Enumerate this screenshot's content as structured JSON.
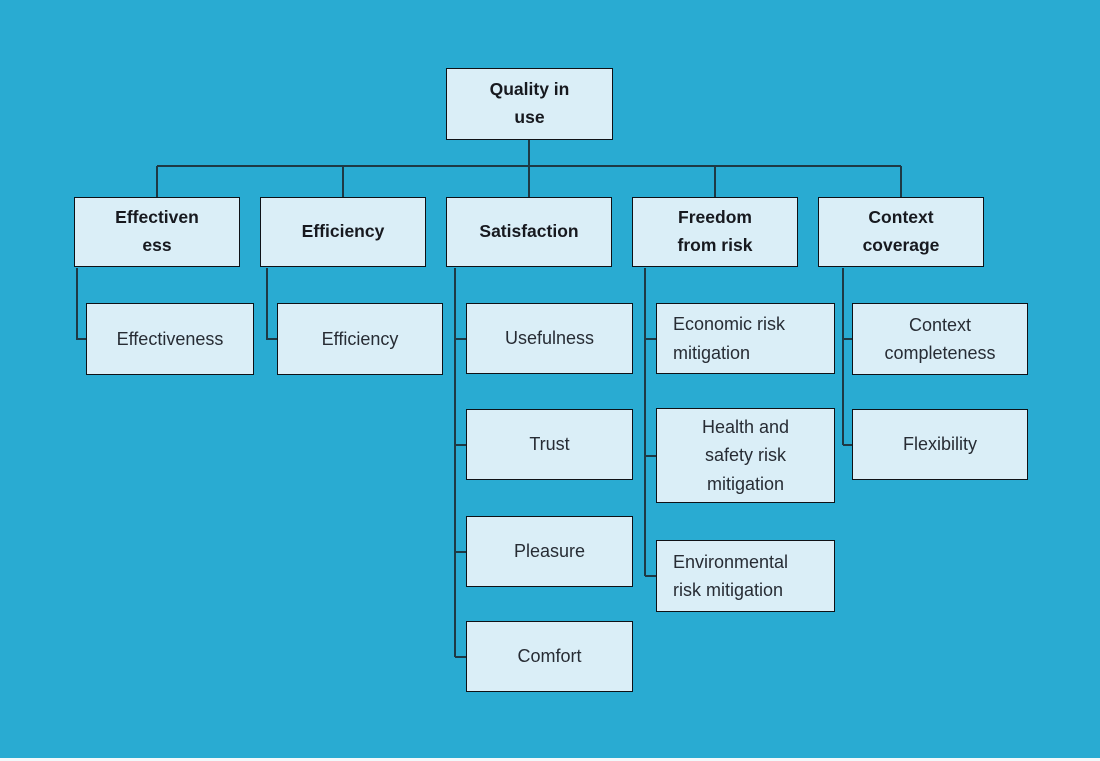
{
  "canvas": {
    "background_color": "#29ABD2",
    "node_fill_color": "#DAEEF7",
    "node_border_color": "#0E1116",
    "connector_color": "#1E3944",
    "bottom_edge_color": "#F2F9FB"
  },
  "diagram": {
    "nodes": {
      "root": {
        "label": "Quality in use",
        "lines": [
          "Quality in",
          "use"
        ],
        "level": 1,
        "style": "bold"
      },
      "cat_effectiveness": {
        "label": "Effectiveness",
        "lines": [
          "Effectiven",
          "ess"
        ],
        "level": 2,
        "style": "bold"
      },
      "cat_efficiency": {
        "label": "Efficiency",
        "lines": [
          "Efficiency"
        ],
        "level": 2,
        "style": "bold"
      },
      "cat_satisfaction": {
        "label": "Satisfaction",
        "lines": [
          "Satisfaction"
        ],
        "level": 2,
        "style": "bold"
      },
      "cat_freedom": {
        "label": "Freedom from risk",
        "lines": [
          "Freedom",
          "from risk"
        ],
        "level": 2,
        "style": "bold"
      },
      "cat_context": {
        "label": "Context coverage",
        "lines": [
          "Context",
          "coverage"
        ],
        "level": 2,
        "style": "bold"
      },
      "effectiveness": {
        "label": "Effectiveness",
        "lines": [
          "Effectiveness"
        ],
        "level": 3,
        "style": "regular"
      },
      "efficiency": {
        "label": "Efficiency",
        "lines": [
          "Efficiency"
        ],
        "level": 3,
        "style": "regular"
      },
      "usefulness": {
        "label": "Usefulness",
        "lines": [
          "Usefulness"
        ],
        "level": 3,
        "style": "regular"
      },
      "trust": {
        "label": "Trust",
        "lines": [
          "Trust"
        ],
        "level": 3,
        "style": "regular"
      },
      "pleasure": {
        "label": "Pleasure",
        "lines": [
          "Pleasure"
        ],
        "level": 3,
        "style": "regular"
      },
      "comfort": {
        "label": "Comfort",
        "lines": [
          "Comfort"
        ],
        "level": 3,
        "style": "regular"
      },
      "economic": {
        "label": "Economic risk mitigation",
        "lines": [
          "Economic risk",
          "mitigation"
        ],
        "level": 3,
        "style": "regular-left"
      },
      "health_safety": {
        "label": "Health and safety risk mitigation",
        "lines": [
          "Health and",
          "safety risk",
          "mitigation"
        ],
        "level": 3,
        "style": "regular"
      },
      "environmental": {
        "label": "Environmental risk mitigation",
        "lines": [
          "Environmental",
          "risk mitigation"
        ],
        "level": 3,
        "style": "regular-left"
      },
      "context_completeness": {
        "label": "Context completeness",
        "lines": [
          "Context",
          "completeness"
        ],
        "level": 3,
        "style": "regular"
      },
      "flexibility": {
        "label": "Flexibility",
        "lines": [
          "Flexibility"
        ],
        "level": 3,
        "style": "regular"
      }
    },
    "hierarchy": {
      "Quality in use": [
        "Effectiveness",
        "Efficiency",
        "Satisfaction",
        "Freedom from risk",
        "Context coverage"
      ],
      "Effectiveness": [
        "Effectiveness"
      ],
      "Efficiency": [
        "Efficiency"
      ],
      "Satisfaction": [
        "Usefulness",
        "Trust",
        "Pleasure",
        "Comfort"
      ],
      "Freedom from risk": [
        "Economic risk mitigation",
        "Health and safety risk mitigation",
        "Environmental risk mitigation"
      ],
      "Context coverage": [
        "Context completeness",
        "Flexibility"
      ]
    }
  }
}
